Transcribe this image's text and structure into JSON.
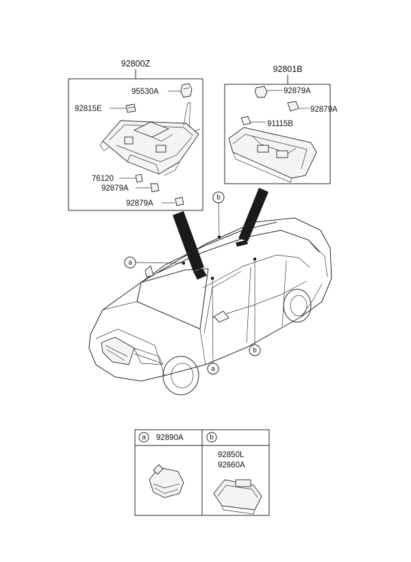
{
  "colors": {
    "line": "#222222",
    "background": "#ffffff"
  },
  "assembly_a": {
    "title": "92800Z",
    "parts": {
      "p1": "95530A",
      "p2": "92815E",
      "p3": "76120",
      "p4": "92879A",
      "p5": "92879A"
    }
  },
  "assembly_b": {
    "title": "92801B",
    "parts": {
      "p1": "92879A",
      "p2": "92879A",
      "p3": "91115B"
    }
  },
  "callouts": {
    "a": "a",
    "b": "b"
  },
  "legend": {
    "a_letter": "a",
    "a_part": "92890A",
    "b_letter": "b",
    "b_part1": "92850L",
    "b_part2": "92660A"
  }
}
